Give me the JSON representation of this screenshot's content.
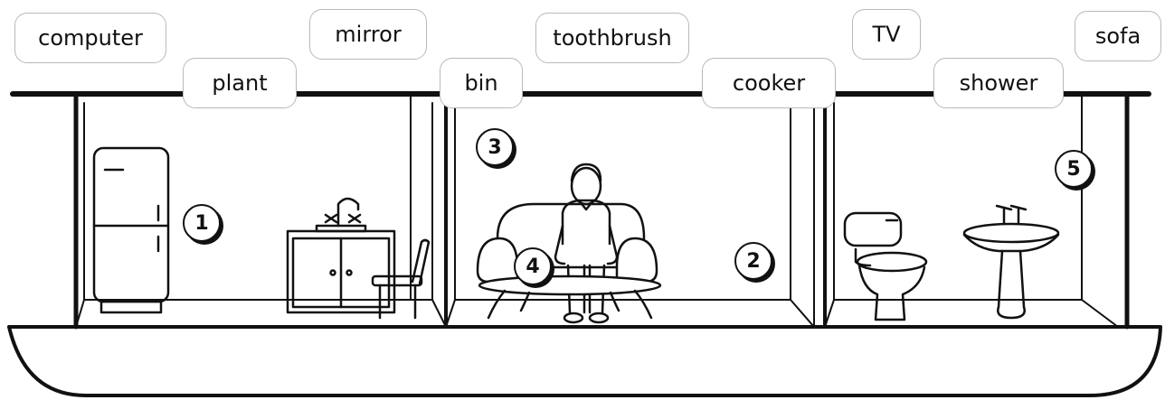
{
  "word_bank": {
    "computer": "computer",
    "plant": "plant",
    "mirror": "mirror",
    "bin": "bin",
    "toothbrush": "toothbrush",
    "cooker": "cooker",
    "tv": "TV",
    "shower": "shower",
    "sofa": "sofa"
  },
  "markers": {
    "m1": "1",
    "m2": "2",
    "m3": "3",
    "m4": "4",
    "m5": "5"
  }
}
